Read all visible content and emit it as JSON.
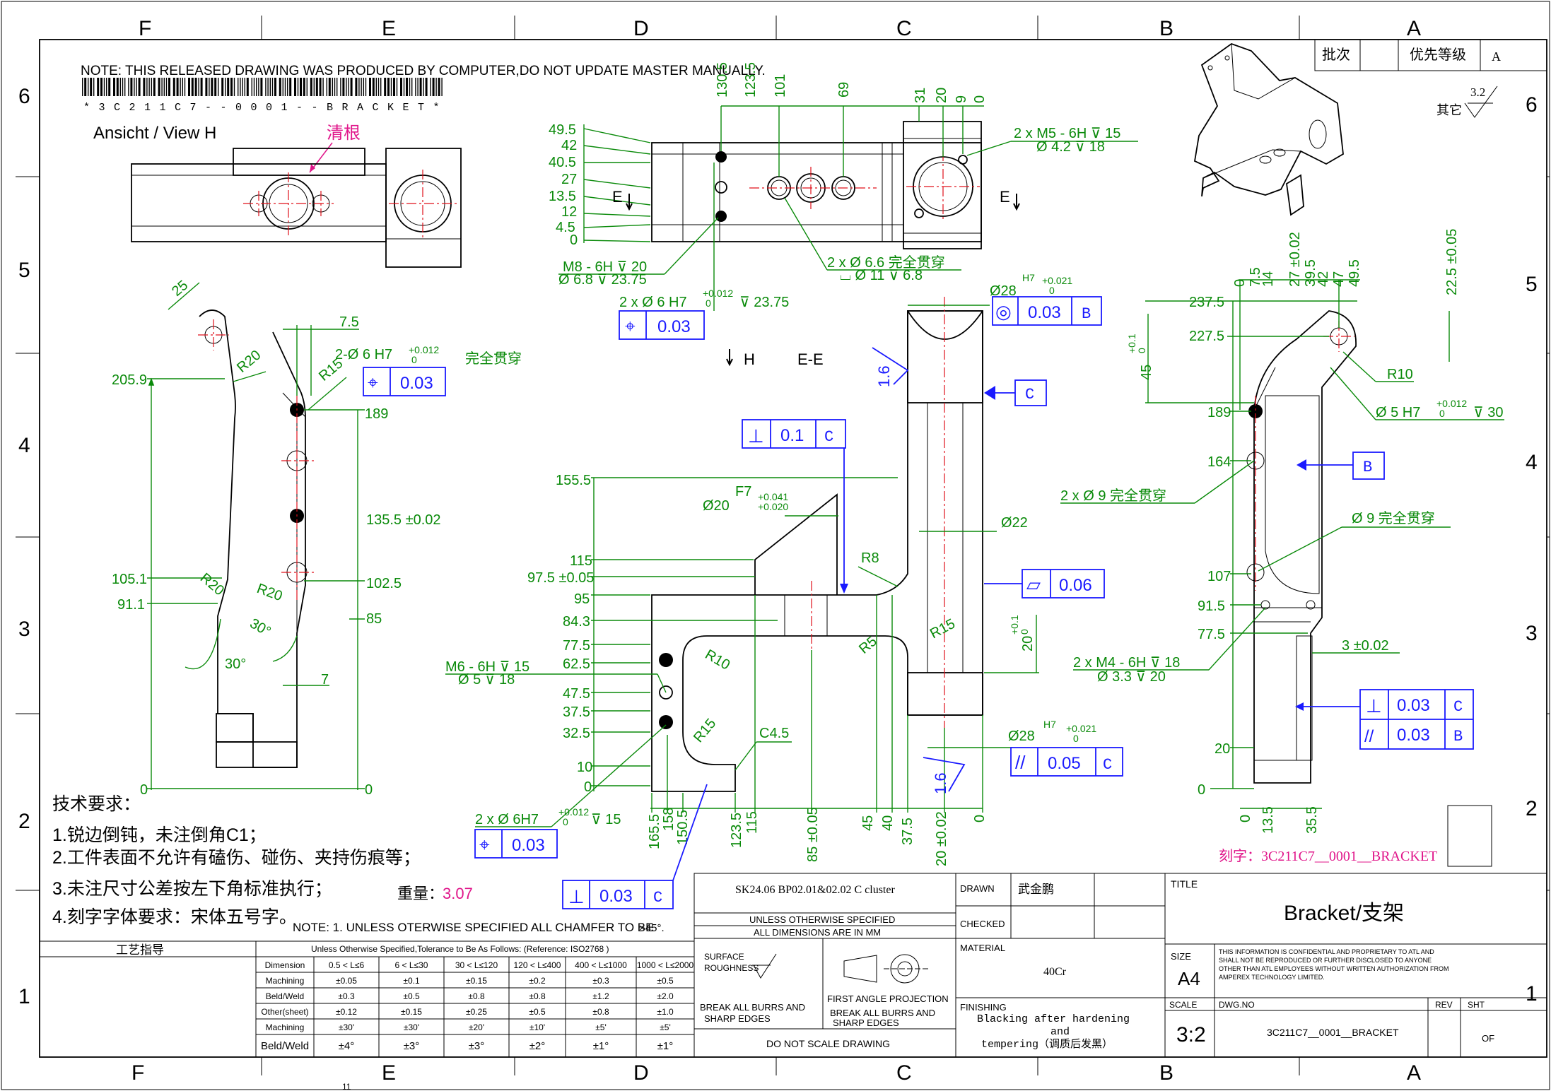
{
  "border": {
    "col_letters": [
      "F",
      "E",
      "D",
      "C",
      "B",
      "A"
    ],
    "row_numbers": [
      "6",
      "5",
      "4",
      "3",
      "2",
      "1"
    ]
  },
  "header": {
    "note": "NOTE: THIS RELEASED DRAWING WAS PRODUCED BY COMPUTER,DO NOT UPDATE MASTER MANUALLY.",
    "barcode_text": "*3C211C7--0001--BRACKET*",
    "view_h_label": "Ansicht / View H",
    "root_clean_label": "清根",
    "top_right_labels": [
      "批次",
      "优先等级",
      "A"
    ],
    "roughness_other": "其它",
    "roughness_value": "3.2"
  },
  "dimensions": {
    "top_view_left": [
      "49.5",
      "42",
      "40.5",
      "27",
      "13.5",
      "12",
      "4.5",
      "0"
    ],
    "top_view_top": [
      "130.5",
      "123.5",
      "101",
      "69",
      "31",
      "20",
      "9",
      "0"
    ],
    "top_view_notes": [
      "2 x M5 - 6H ⊽ 15",
      "Ø 4.2 ⊽ 18",
      "M8 - 6H ⊽ 20",
      "Ø 6.8 ⊽ 23.75",
      "2 x Ø 6.6 完全贯穿",
      "⌴ Ø 11 ⊽ 6.8",
      "2 x Ø 6 H7",
      "⊽ 23.75",
      "+0.012",
      "0"
    ],
    "section_marks": [
      "E",
      "E",
      "H",
      "E-E"
    ],
    "left_view": [
      "25",
      "7.5",
      "R20",
      "R15",
      "205.9",
      "2-Ø 6 H7",
      "+0.012",
      "0",
      "完全贯穿",
      "189",
      "135.5 ±0.02",
      "105.1",
      "91.1",
      "R20",
      "R20",
      "30°",
      "30°",
      "102.5",
      "85",
      "7",
      "0",
      "0"
    ],
    "section_view_left": [
      "155.5",
      "115",
      "97.5 ±0.05",
      "95",
      "84.3",
      "77.5",
      "62.5",
      "47.5",
      "37.5",
      "32.5",
      "10",
      "0"
    ],
    "section_view_bottom": [
      "165.5",
      "158",
      "150.5",
      "123.5",
      "115",
      "85 ±0.05",
      "45",
      "40",
      "37.5",
      "20 ±0.02",
      "0"
    ],
    "section_view_notes": [
      "F7",
      "+0.041",
      "+0.020",
      "Ø20",
      "R8",
      "Ø22",
      "R15",
      "R5",
      "R10",
      "R15",
      "C4.5",
      "20",
      "+0.1",
      "0",
      "Ø28",
      "H7",
      "+0.021",
      "0",
      "1.6",
      "Ø28",
      "H7",
      "+0.021",
      "0",
      "1.6",
      "M6 - 6H ⊽ 15",
      "Ø 5 ⊽ 18",
      "2 x Ø 6H7",
      "+0.012",
      "0",
      "⊽ 15"
    ],
    "right_view_top": [
      "0",
      "7.5",
      "14",
      "27 ±0.02",
      "39.5",
      "42",
      "47",
      "49.5",
      "22.5 ±0.05"
    ],
    "right_view_left": [
      "237.5",
      "227.5",
      "45",
      "+0.1",
      "0",
      "189",
      "164",
      "107",
      "91.5",
      "77.5",
      "20",
      "0"
    ],
    "right_view_bottom": [
      "0",
      "13.5",
      "35.5"
    ],
    "right_view_notes": [
      "R10",
      "Ø 5 H7",
      "+0.012",
      "0",
      "⊽ 30",
      "2 x Ø 9 完全贯穿",
      "Ø 9 完全贯穿",
      "3 ±0.02",
      "2 x M4 - 6H ⊽ 18",
      "Ø 3.3 ⊽ 20"
    ]
  },
  "fcf": {
    "top_pos": {
      "sym": "⌖",
      "val": "0.03"
    },
    "left_pos": {
      "sym": "⌖",
      "val": "0.03"
    },
    "conc": {
      "sym": "◎",
      "val": "0.03",
      "ref": "B"
    },
    "datum_c": "C",
    "perp_01": {
      "sym": "⊥",
      "val": "0.1",
      "ref": "C"
    },
    "flat": {
      "sym": "▱",
      "val": "0.06"
    },
    "par_005": {
      "sym": "//",
      "val": "0.05",
      "ref": "C"
    },
    "datum_b": "B",
    "perp_003r": {
      "sym": "⊥",
      "val": "0.03",
      "ref": "C"
    },
    "par_003r": {
      "sym": "//",
      "val": "0.03",
      "ref": "B"
    },
    "bottom_pos": {
      "sym": "⌖",
      "val": "0.03"
    },
    "bottom_perp": {
      "sym": "⊥",
      "val": "0.03",
      "ref": "C"
    }
  },
  "requirements": {
    "heading": "技术要求：",
    "items": [
      "1.锐边倒钝，未注倒角C1；",
      "2.工件表面不允许有磕伤、碰伤、夹持伤痕等；",
      "3.未注尺寸公差按左下角标准执行；",
      "4.刻字字体要求：宋体五号字。"
    ],
    "weight_label": "重量：",
    "weight_value": "3.07",
    "chamfer_note": "NOTE: 1. UNLESS OTERWISE SPECIFIED ALL CHAMFER TO BE",
    "chamfer_angle": "×45°.",
    "engrave": "刻字：3C211C7__0001__BRACKET"
  },
  "tolerance_table": {
    "title": "工艺指导",
    "caption": "Unless Otherwise Specified,Tolerance to Be As Follows: (Reference: ISO2768 )",
    "headers": [
      "Dimension",
      "0.5 < L≤6",
      "6 < L≤30",
      "30 < L≤120",
      "120 < L≤400",
      "400 < L≤1000",
      "1000 < L≤2000"
    ],
    "rows": [
      [
        "Machining",
        "±0.05",
        "±0.1",
        "±0.15",
        "±0.2",
        "±0.3",
        "±0.5"
      ],
      [
        "Beld/Weld",
        "±0.3",
        "±0.5",
        "±0.8",
        "±0.8",
        "±1.2",
        "±2.0"
      ],
      [
        "Other(sheet)",
        "±0.12",
        "±0.15",
        "±0.25",
        "±0.5",
        "±0.8",
        "±1.0"
      ],
      [
        "Machining",
        "±30'",
        "±30'",
        "±20'",
        "±10'",
        "±5'",
        "±5'"
      ],
      [
        "Beld/Weld",
        "±4°",
        "±3°",
        "±3°",
        "±2°",
        "±1°",
        "±1°"
      ]
    ]
  },
  "title_block": {
    "project": "SK24.06 BP02.01&02.02 C cluster",
    "unless1": "UNLESS OTHERWISE SPECIFIED",
    "unless2": "ALL DIMENSIONS ARE IN MM",
    "surface1": "SURFACE",
    "surface2": "ROUGHNESS",
    "break1": "BREAK ALL BURRS AND",
    "break2": "SHARP EDGES",
    "projection": "FIRST ANGLE PROJECTION",
    "break3": "BREAK ALL BURRS AND",
    "break4": "SHARP EDGES",
    "noscale": "DO NOT SCALE DRAWING",
    "drawn_label": "DRAWN",
    "drawn_by": "武金鹏",
    "checked_label": "CHECKED",
    "material_label": "MATERIAL",
    "material": "40Cr",
    "finishing_label": "FINISHING",
    "finishing1": "Blacking after hardening",
    "finishing2": "and",
    "finishing3": "tempering（调质后发黑）",
    "title_label": "TITLE",
    "title": "Bracket/支架",
    "size_label": "SIZE",
    "size": "A4",
    "conf1": "THIS INFORMATION IS CONFIDENTIAL AND PROPRIETARY TO ATL AND",
    "conf2": "SHALL NOT BE REPRODUCED OR FURTHER DISCLOSED TO ANYONE",
    "conf3": "OTHER THAN ATL EMPLOYEES WITHOUT WRITTEN AUTHORIZATION FROM",
    "conf4": "AMPEREX TECHNOLOGY LIMITED.",
    "scale_label": "SCALE",
    "scale": "3:2",
    "dwgno_label": "DWG.NO",
    "dwgno": "3C211C7__0001__BRACKET",
    "rev_label": "REV",
    "sht_label": "SHT",
    "sht": "OF"
  },
  "footer_mark": "11",
  "colors": {
    "dimension": "#0a8a0a",
    "fcf": "#1a1aff",
    "centerline": "#e0101a",
    "note": "#e0158a"
  }
}
